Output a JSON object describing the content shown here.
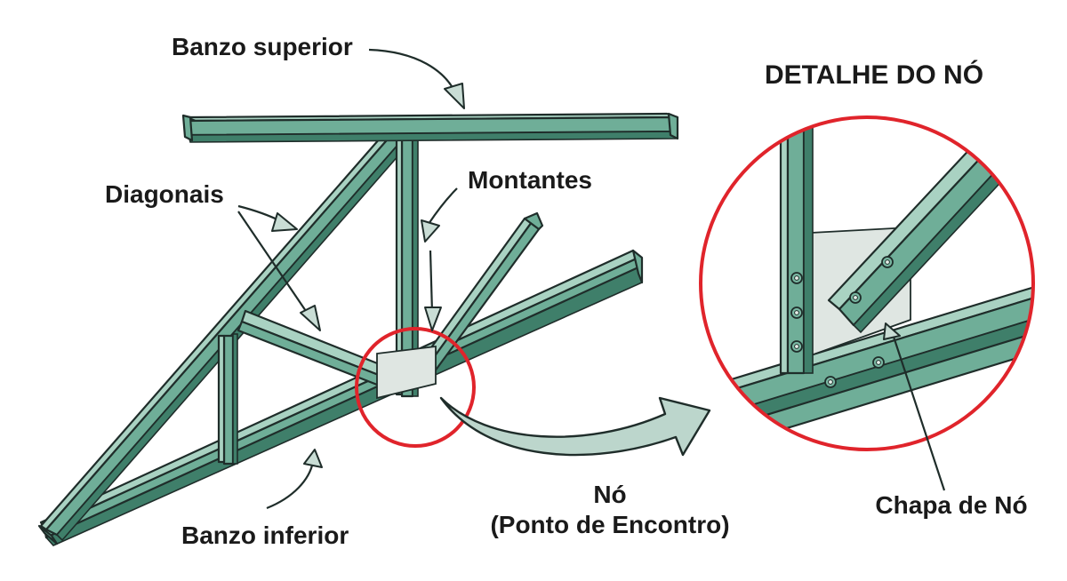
{
  "labels": {
    "banzo_superior": "Banzo superior",
    "diagonais": "Diagonais",
    "montantes": "Montantes",
    "banzo_inferior": "Banzo inferior",
    "no_title": "Nó",
    "no_subtitle": "(Ponto de Encontro)",
    "detalhe_title": "DETALHE DO NÓ",
    "chapa_de_no": "Chapa de Nó"
  },
  "colors": {
    "steel_light": "#a9d2c2",
    "steel_mid": "#6fae98",
    "steel_dark": "#3f7f6a",
    "highlight_ring": "#e0242b",
    "outline": "#1f2d2a"
  },
  "icons": {
    "transfer_arrow": "big-curved-arrow",
    "pointer_arrows": "curved-pointer-arrow"
  }
}
